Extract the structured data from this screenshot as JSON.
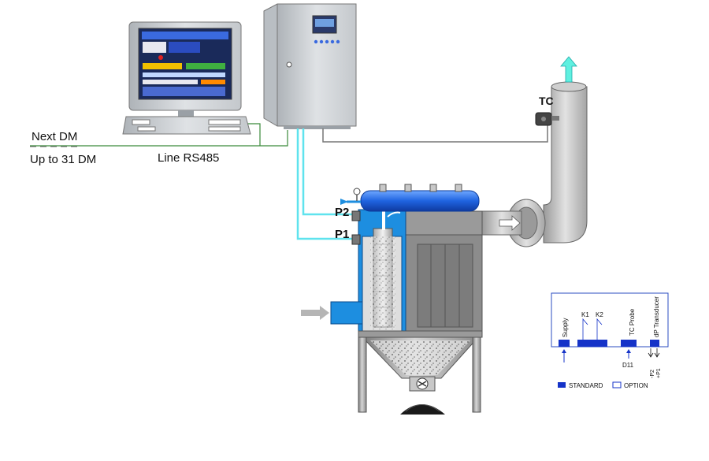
{
  "labels": {
    "next_dm": "Next DM",
    "up_to": "Up to 31 DM",
    "line_rs485": "Line RS485",
    "tc": "TC",
    "p2": "P2",
    "p1": "P1"
  },
  "board": {
    "supply": "Supply",
    "k1": "K1",
    "k2": "K2",
    "tc_probe": "TC Probe",
    "dp_transducer": "dP Transducer",
    "d11": "D11",
    "minus_p2": "-P2",
    "plus_p1": "+P1"
  },
  "legend": {
    "standard": "STANDARD",
    "option": "OPTION"
  },
  "colors": {
    "pipe_cyan": "#5fe3ee",
    "filter_blue": "#1d8ee0",
    "tank_blue": "#1f63e0",
    "steel": "#8c8c8c",
    "cabinet": "#cfd3d7",
    "signal_green": "#3a8a3a",
    "standard_fill": "#1533c8"
  },
  "icons": [
    "computer-monitor-icon",
    "keyboard-icon",
    "control-cabinet-icon",
    "thermocouple-icon",
    "pressure-gauge-icon",
    "fan-icon",
    "airflow-arrow-icon"
  ]
}
